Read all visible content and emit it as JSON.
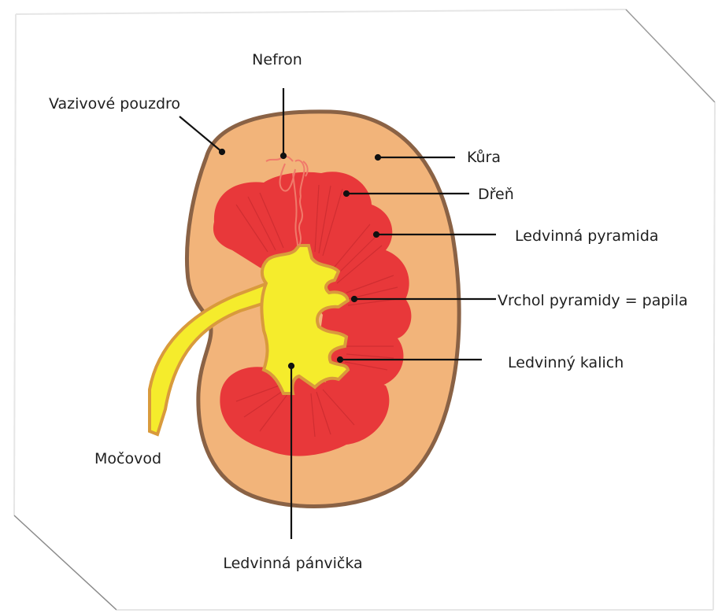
{
  "diagram": {
    "labels": {
      "nefron": "Nefron",
      "vazivove_pouzdro": "Vazivové pouzdro",
      "kura": "Kůra",
      "dren": "Dřeň",
      "ledvinna_pyramida": "Ledvinná pyramida",
      "vrchol_pyramidy": "Vrchol pyramidy = papila",
      "ledvinny_kalich": "Ledvinný kalich",
      "mocovod": "Močovod",
      "ledvinna_panvicka": "Ledvinná pánvička"
    },
    "colors": {
      "capsule": "#8a6245",
      "cortex": "#f2b47a",
      "medulla": "#e8383a",
      "pyramid_striation": "#c92a2e",
      "pelvis": "#f5ec2c",
      "pelvis_outline": "#d99a3c",
      "nephron": "#f07a6a",
      "leader_line": "#111111"
    }
  }
}
